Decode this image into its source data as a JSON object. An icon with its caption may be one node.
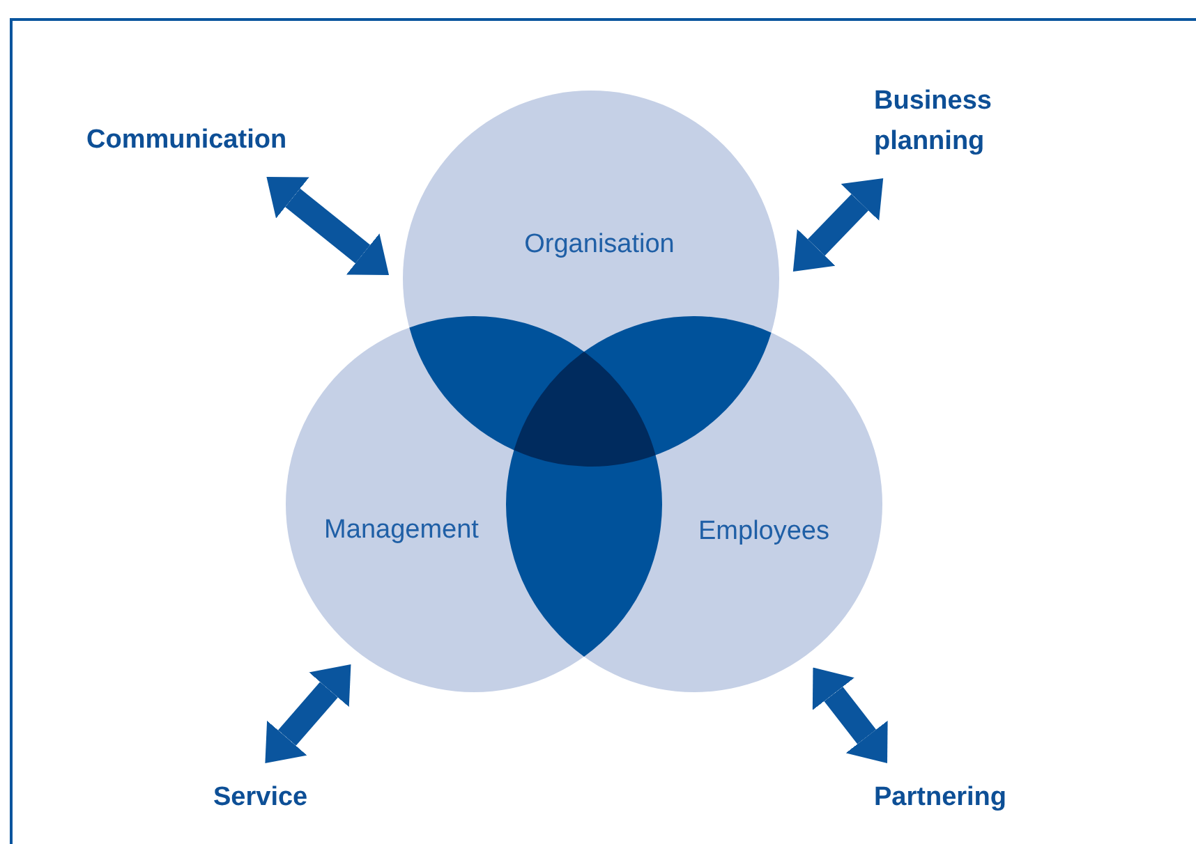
{
  "diagram": {
    "nodes": [
      {
        "text": [
          "Organisation"
        ]
      },
      {
        "text": [
          "Management"
        ]
      },
      {
        "text": [
          "Employees"
        ]
      },
      {
        "text": [
          "Communication"
        ]
      },
      {
        "text": [
          "Business planning"
        ]
      },
      {
        "text": [
          "Service"
        ]
      },
      {
        "text": [
          "Partnering"
        ]
      }
    ],
    "edges": [
      {
        "from": 3,
        "to": 0,
        "arrow": "both"
      },
      {
        "from": 4,
        "to": 0,
        "arrow": "both"
      },
      {
        "from": 5,
        "to": 1,
        "arrow": "both"
      },
      {
        "from": 6,
        "to": 2,
        "arrow": "both"
      }
    ]
  }
}
